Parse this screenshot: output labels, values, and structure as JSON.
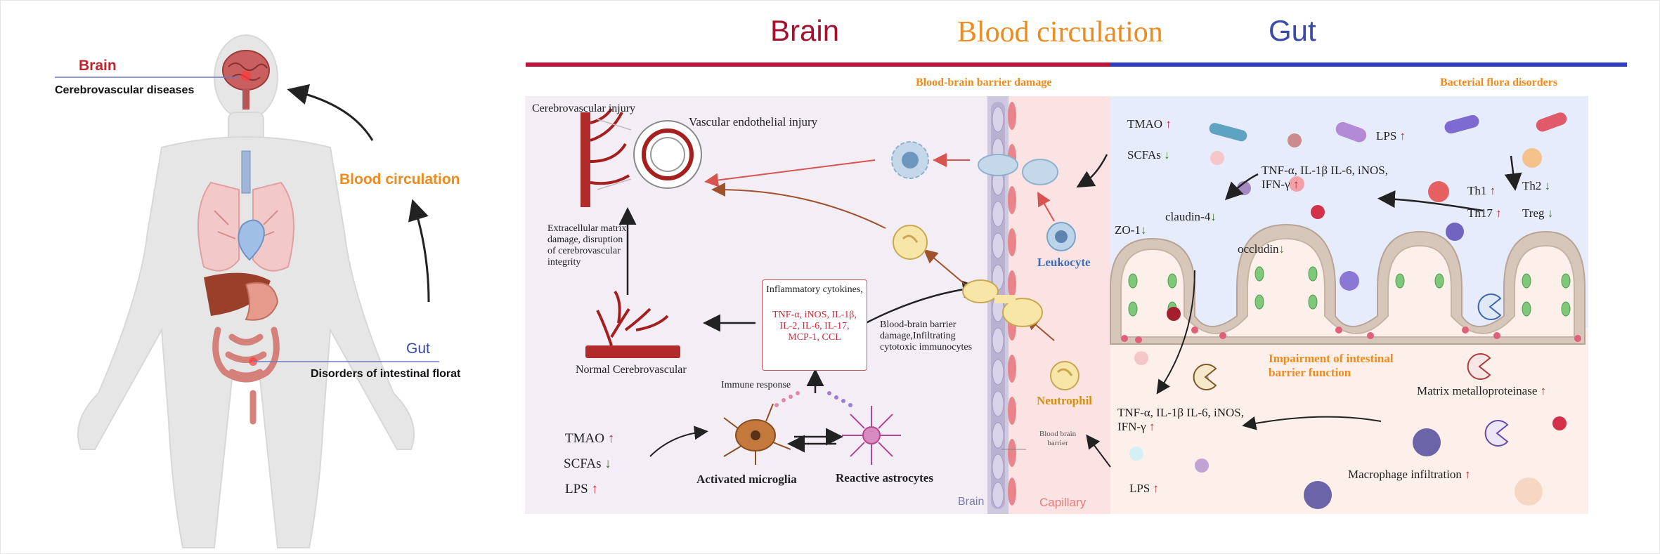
{
  "header": {
    "brain": "Brain",
    "blood": "Blood circulation",
    "gut": "Gut"
  },
  "colors": {
    "brain": "#a3122f",
    "blood": "#f08a1c",
    "gut": "#3b4aa8",
    "up": "#c0262e",
    "down": "#3b7a27"
  },
  "body_panel": {
    "brain_label": "Brain",
    "brain_sub": "Cerebrovascular diseases",
    "blood_label": "Blood circulation",
    "gut_label": "Gut",
    "gut_sub": "Disorders of intestinal florat"
  },
  "brain_panel": {
    "cerebrovascular_injury": "Cerebrovascular injury",
    "vascular_endothelial": "Vascular endothelial injury",
    "ecm_text": "Extracellular matrix damage, disruption of cerebrovascular integrity",
    "normal_cerebrovascular": "Normal Cerebrovascular",
    "cytokine_title": "Inflammatory cytokines,",
    "cytokine_list": "TNF-α, iNOS, IL-1β, IL-2, IL-6, IL-17, MCP-1, CCL",
    "bbb_text": "Blood-brain barrier damage,Infiltrating cytotoxic immunocytes",
    "immune_response": "Immune response",
    "tmao": "TMAO",
    "scfas": "SCFAs",
    "lps": "LPS",
    "activated_microglia": "Activated microglia",
    "reactive_astrocytes": "Reactive astrocytes",
    "brain_footer": "Brain"
  },
  "barrier": {
    "damage_title": "Blood-brain barrier damage",
    "leukocyte": "Leukocyte",
    "neutrophil": "Neutrophil",
    "bbb_small": "Blood brain barrier",
    "capillary": "Capillary"
  },
  "gut_panel": {
    "flora_title": "Bacterial flora disorders",
    "tmao": "TMAO",
    "scfas": "SCFAs",
    "lps_top": "LPS",
    "cytokines_top": "TNF-α, IL-1β IL-6, iNOS, IFN-γ",
    "th1": "Th1",
    "th2": "Th2",
    "th17": "Th17",
    "treg": "Treg",
    "zo1": "ZO-1",
    "claudin4": "claudin-4",
    "occludin": "occludin",
    "impairment": "Impairment of intestinal barrier function",
    "mmp": "Matrix metalloproteinase",
    "cytokines_bottom": "TNF-α, IL-1β IL-6, iNOS, IFN-γ",
    "macrophage": "Macrophage infiltration",
    "lps_bottom": "LPS"
  },
  "glyphs": {
    "up": "↑",
    "down": "↓"
  }
}
